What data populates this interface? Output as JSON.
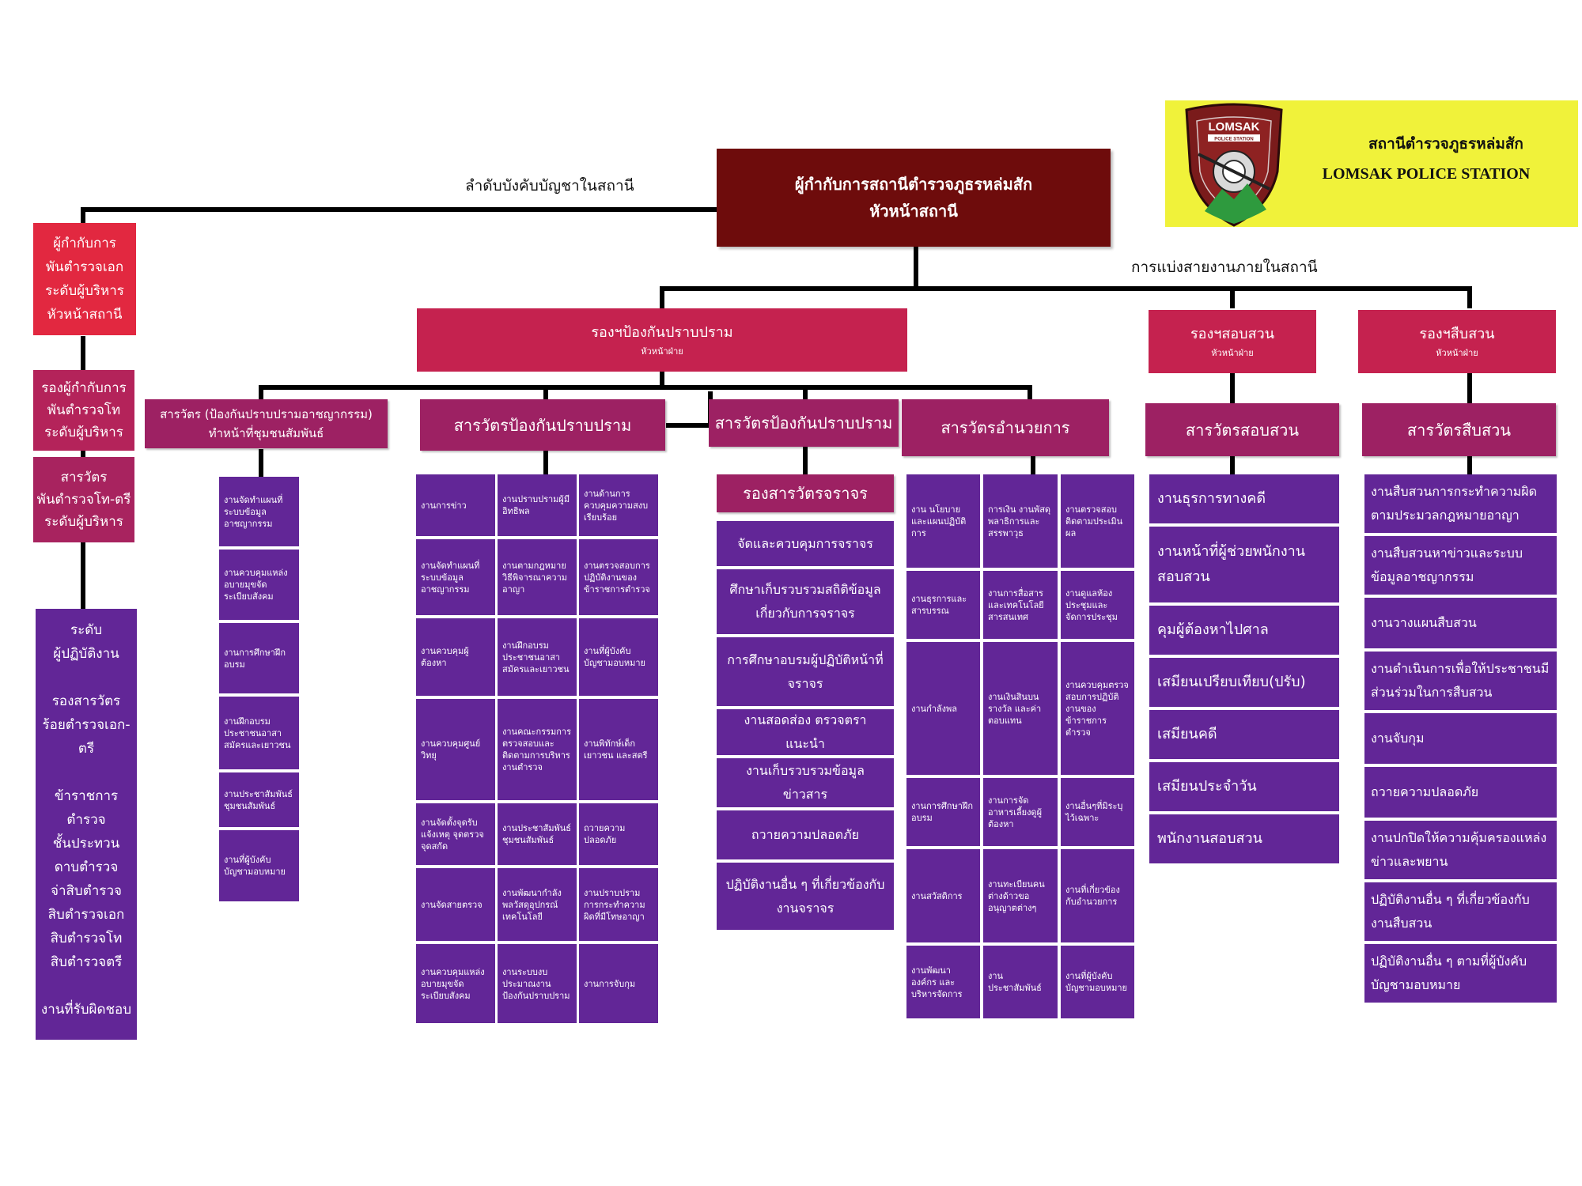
{
  "brand": {
    "logo_top_text": "LOMSAK",
    "logo_sub_text": "POLICE STATION",
    "station_name_th": "สถานีตำรวจภูธรหล่มสัก",
    "station_name_en": "LOMSAK POLICE STATION",
    "colors": {
      "banner": "#f0f23a",
      "shield": "#7a1b1b"
    }
  },
  "labels": {
    "command_chain": "ลำดับบังคับบัญชาในสถานี",
    "work_division": "การแบ่งสายงานภายในสถานี"
  },
  "head": {
    "line1": "ผู้กำกับการสถานีตำรวจภูธรหล่มสัก",
    "line2": "หัวหน้าสถานี"
  },
  "rank_column": {
    "commander": [
      "ผู้กำกับการ",
      "พันตำรวจเอก",
      "ระดับผู้บริหาร",
      "หัวหน้าสถานี"
    ],
    "deputy": [
      "รองผู้กำกับการ",
      "พันตำรวจโท",
      "ระดับผู้บริหาร"
    ],
    "inspector": [
      "สารวัตร",
      "พันตำรวจโท-ตรี",
      "ระดับผู้บริหาร"
    ],
    "operational": [
      "ระดับ",
      "ผู้ปฏิบัติงาน",
      "",
      "รองสารวัตร",
      "ร้อยตำรวจเอก-",
      "ตรี",
      "",
      "ข้าราชการ",
      "ตำรวจ",
      "ชั้นประทวน",
      "ดาบตำรวจ",
      "จ่าสิบตำรวจ",
      "สิบตำรวจเอก",
      "สิบตำรวจโท",
      "สิบตำรวจตรี",
      "",
      "งานที่รับผิดชอบ"
    ]
  },
  "deputies": {
    "prevention": {
      "title": "รองฯป้องกันปราบปราม",
      "sub": "หัวหน้าฝ่าย"
    },
    "inquiry": {
      "title": "รองฯสอบสวน",
      "sub": "หัวหน้าฝ่าย"
    },
    "investigation": {
      "title": "รองฯสืบสวน",
      "sub": "หัวหน้าฝ่าย"
    }
  },
  "inspectors": {
    "community": [
      "สารวัตร (ป้องกันปราบปรามอาชญากรรม)",
      "ทำหน้าที่ชุมชนสัมพันธ์"
    ],
    "prevention1": "สารวัตรป้องกันปราบปราม",
    "prevention2": "สารวัตรป้องกันปราบปราม",
    "admin": "สารวัตรอำนวยการ",
    "inquiry": "สารวัตรสอบสวน",
    "investigation": "สารวัตรสืบสวน",
    "traffic_deputy": "รองสารวัตรจราจร"
  },
  "tasks": {
    "community": [
      "งานจัดทำแผนที่ระบบข้อมูลอาชญากรรม",
      "งานควบคุมแหล่งอบายมุขจัดระเบียบสังคม",
      "งานการศึกษาฝึกอบรม",
      "งานฝึกอบรมประชาชนอาสาสมัครและเยาวชน",
      "งานประชาสัมพันธ์ ชุมชนสัมพันธ์",
      "งานที่ผู้บังคับบัญชามอบหมาย"
    ],
    "prevention_a": [
      "งานการข่าว",
      "งานจัดทำแผนที่ระบบข้อมูลอาชญากรรม",
      "งานควบคุมผู้ต้องหา",
      "งานควบคุมศูนย์วิทยุ",
      "งานจัดตั้งจุดรับแจ้งเหตุ จุดตรวจ จุดสกัด",
      "งานจัดสายตรวจ",
      "งานควบคุมแหล่งอบายมุขจัดระเบียบสังคม"
    ],
    "prevention_b": [
      "งานปราบปรามผู้มีอิทธิพล",
      "งานตามกฎหมายวิธีพิจารณาความอาญา",
      "งานฝึกอบรมประชาชนอาสาสมัครและเยาวชน",
      "งานคณะกรรมการตรวจสอบและติดตามการบริหารงานตำรวจ",
      "งานประชาสัมพันธ์ ชุมชนสัมพันธ์",
      "งานพัฒนากำลังพลวัสดุอุปกรณ์เทคโนโลยี",
      "งานระบบงบประมาณงานป้องกันปราบปราม"
    ],
    "prevention_c": [
      "งานด้านการควบคุมความสงบเรียบร้อย",
      "งานตรวจสอบการปฏิบัติงานของข้าราชการตำรวจ",
      "งานที่ผู้บังคับบัญชามอบหมาย",
      "งานพิทักษ์เด็ก เยาวชน และสตรี",
      "ถวายความปลอดภัย",
      "งานปราบปรามการกระทำความผิดที่มีโทษอาญา",
      "งานการจับกุม"
    ],
    "traffic": [
      "จัดและควบคุมการจราจร",
      "ศึกษาเก็บรวบรวมสถิติข้อมูลเกี่ยวกับการจราจร",
      "การศึกษาอบรมผู้ปฏิบัติหน้าที่จราจร",
      "งานสอดส่อง ตรวจตรา แนะนำ",
      "งานเก็บรวบรวมข้อมูล ข่าวสาร",
      "ถวายความปลอดภัย",
      "ปฏิบัติงานอื่น ๆ ที่เกี่ยวข้องกับงานจราจร"
    ],
    "admin_a": [
      "งาน นโยบายและแผนปฏิบัติการ",
      "งานธุรการและสารบรรณ",
      "งานกำลังพล",
      "งานการศึกษาฝึกอบรม",
      "งานสวัสดิการ",
      "งานพัฒนาองค์กร และบริหารจัดการ"
    ],
    "admin_b": [
      "การเงิน งานพัสดุ พลาธิการและสรรพาวุธ",
      "งานการสื่อสารและเทคโนโลยีสารสนเทศ",
      "งานเงินสินบนรางวัล และค่าตอบแทน",
      "งานการจัดอาหารเลี้ยงดูผู้ต้องหา",
      "งานทะเบียนคนต่างด้าวขออนุญาตต่างๆ",
      "งานประชาสัมพันธ์"
    ],
    "admin_c": [
      "งานตรวจสอบติดตามประเมินผล",
      "งานดูแลห้องประชุมและจัดการประชุม",
      "งานควบคุมตรวจสอบการปฏิบัติงานของข้าราชการตำรวจ",
      "งานอื่นๆที่มิระบุไว้เฉพาะ",
      "งานที่เกี่ยวข้องกับอำนวยการ",
      "งานที่ผู้บังคับบัญชามอบหมาย"
    ],
    "inquiry": [
      "งานธุรการทางคดี",
      "งานหน้าที่ผู้ช่วยพนักงานสอบสวน",
      "คุมผู้ต้องหาไปศาล",
      "เสมียนเปรียบเทียบ(ปรับ)",
      "เสมียนคดี",
      "เสมียนประจำวัน",
      "พนักงานสอบสวน"
    ],
    "investigation": [
      "งานสืบสวนการกระทำความผิดตามประมวลกฎหมายอาญา",
      "งานสืบสวนหาข่าวและระบบข้อมูลอาชญากรรม",
      "งานวางแผนสืบสวน",
      "งานดำเนินการเพื่อให้ประชาชนมีส่วนร่วมในการสืบสวน",
      "งานจับกุม",
      "ถวายความปลอดภัย",
      "งานปกปิดให้ความคุ้มครองแหล่งข่าวและพยาน",
      "ปฏิบัติงานอื่น ๆ ที่เกี่ยวข้องกับงานสืบสวน",
      "ปฏิบัติงานอื่น ๆ ตามที่ผู้บังคับบัญชามอบหมาย"
    ]
  },
  "colors": {
    "head": "#6e0c0c",
    "rank_red": "#e22840",
    "deputy": "#c5224f",
    "inspector": "#9d2163",
    "task": "#622697",
    "line": "#000000"
  }
}
